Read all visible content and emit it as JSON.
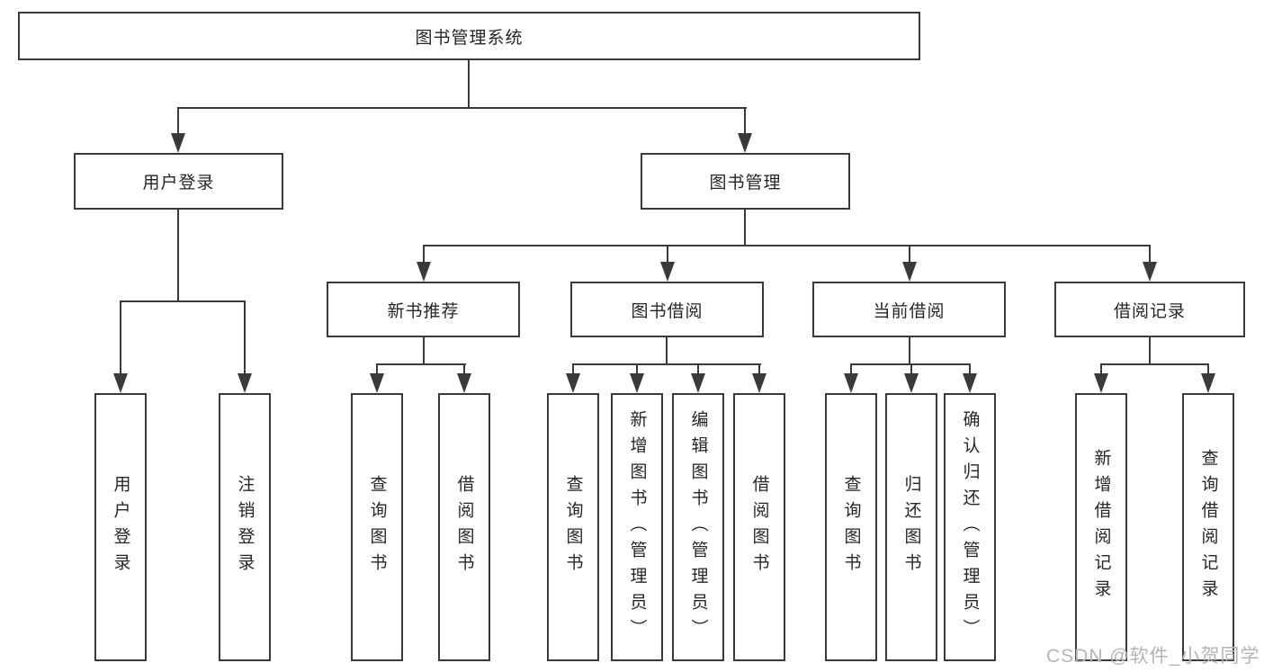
{
  "colors": {
    "line": "#3a3a3a",
    "text": "#262626",
    "watermark": "#b5b5b5",
    "background": "#ffffff"
  },
  "diagram": {
    "root": {
      "label": "图书管理系统"
    },
    "user_login": {
      "label": "用户登录",
      "children": [
        {
          "label": "用户登录"
        },
        {
          "label": "注销登录"
        }
      ]
    },
    "book_management": {
      "label": "图书管理",
      "children": [
        {
          "label": "新书推荐"
        },
        {
          "label": "图书借阅"
        },
        {
          "label": "当前借阅"
        },
        {
          "label": "借阅记录"
        }
      ]
    },
    "new_book_recommend": {
      "label": "新书推荐",
      "children": [
        {
          "label": "查询图书"
        },
        {
          "label": "借阅图书"
        }
      ]
    },
    "book_borrowing": {
      "label": "图书借阅",
      "children": [
        {
          "label": "查询图书"
        },
        {
          "label": "新增图书（管理员）"
        },
        {
          "label": "编辑图书（管理员）"
        },
        {
          "label": "借阅图书"
        }
      ]
    },
    "current_borrowing": {
      "label": "当前借阅",
      "children": [
        {
          "label": "查询图书"
        },
        {
          "label": "归还图书"
        },
        {
          "label": "确认归还（管理员）"
        }
      ]
    },
    "borrow_records": {
      "label": "借阅记录",
      "children": [
        {
          "label": "新增借阅记录"
        },
        {
          "label": "查询借阅记录"
        }
      ]
    }
  },
  "watermark": {
    "text": "CSDN @软件_小贺同学"
  }
}
